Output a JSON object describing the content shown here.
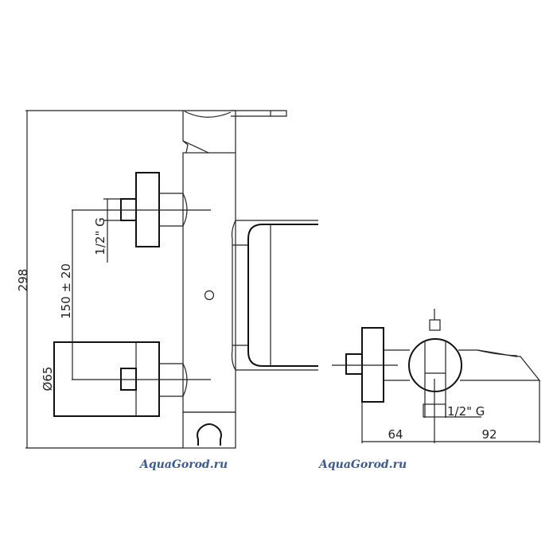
{
  "front_view": {
    "height_dim": "298",
    "spacing_dim": "150 ± 20",
    "thread_dim": "1/2\" G",
    "flange_dim": "Ø65"
  },
  "side_view": {
    "thread_dim": "1/2\" G",
    "depth_left_dim": "64",
    "depth_right_dim": "92"
  },
  "watermarks": [
    "AquaGorod.ru",
    "AquaGorod.ru"
  ],
  "colors": {
    "line": "#222222",
    "watermark": "#3a5a95"
  }
}
